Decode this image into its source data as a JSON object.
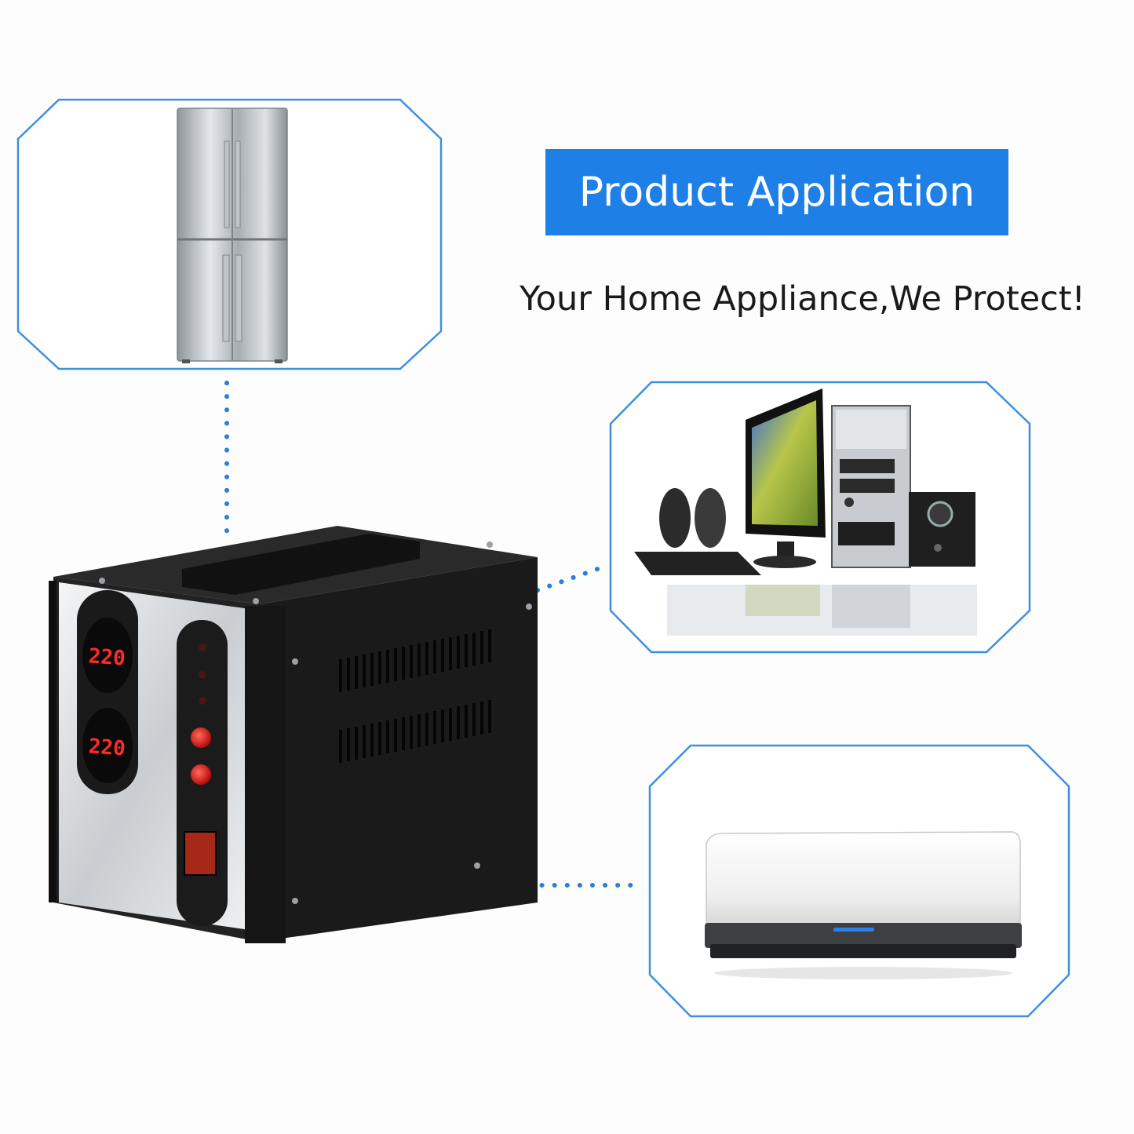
{
  "header": {
    "title": "Product Application",
    "tagline": "Your Home Appliance,We Protect!"
  },
  "stabilizer": {
    "display_top": "220",
    "display_bottom": "220"
  },
  "appliances": [
    {
      "icon": "refrigerator-icon"
    },
    {
      "icon": "computer-set-icon"
    },
    {
      "icon": "air-conditioner-icon"
    }
  ],
  "colors": {
    "accent": "#1e7fe6",
    "frame": "#3f8fdc",
    "connector": "#2a7fd8",
    "unit_body": "#1c1c1c",
    "led": "#ff2a2a"
  }
}
